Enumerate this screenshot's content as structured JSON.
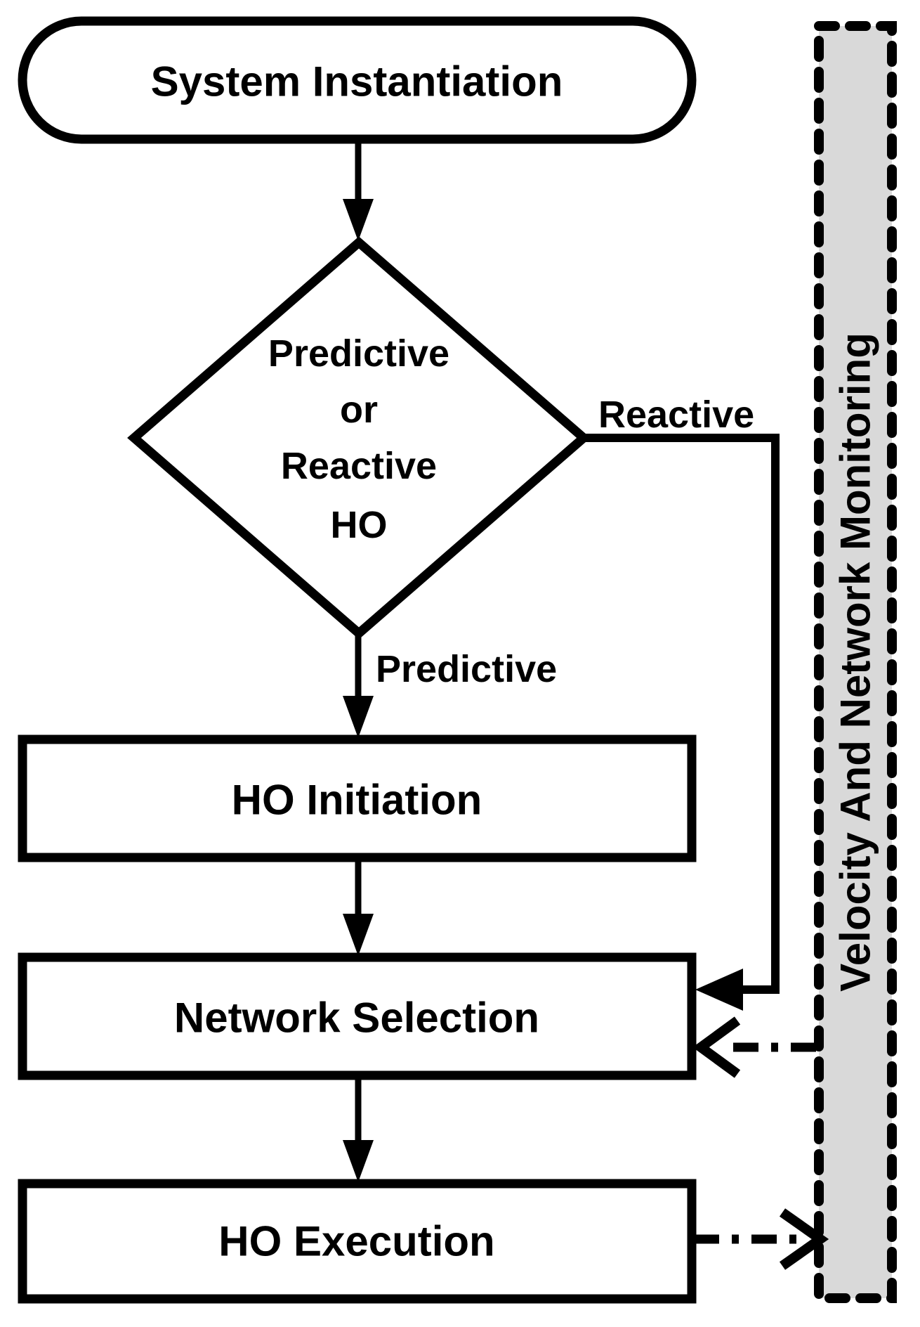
{
  "colors": {
    "ink": "#000000",
    "bar_fill": "#d9d9d9",
    "background": "#ffffff"
  },
  "flowchart": {
    "start": {
      "label": "System Instantiation"
    },
    "decision": {
      "lines": [
        "Predictive",
        "or",
        "Reactive",
        "HO"
      ]
    },
    "branch_labels": {
      "reactive": "Reactive",
      "predictive": "Predictive"
    },
    "steps": [
      {
        "label": "HO Initiation"
      },
      {
        "label": "Network Selection"
      },
      {
        "label": "HO Execution"
      }
    ],
    "side_process": {
      "label": "Velocity And Network Monitoring"
    }
  }
}
